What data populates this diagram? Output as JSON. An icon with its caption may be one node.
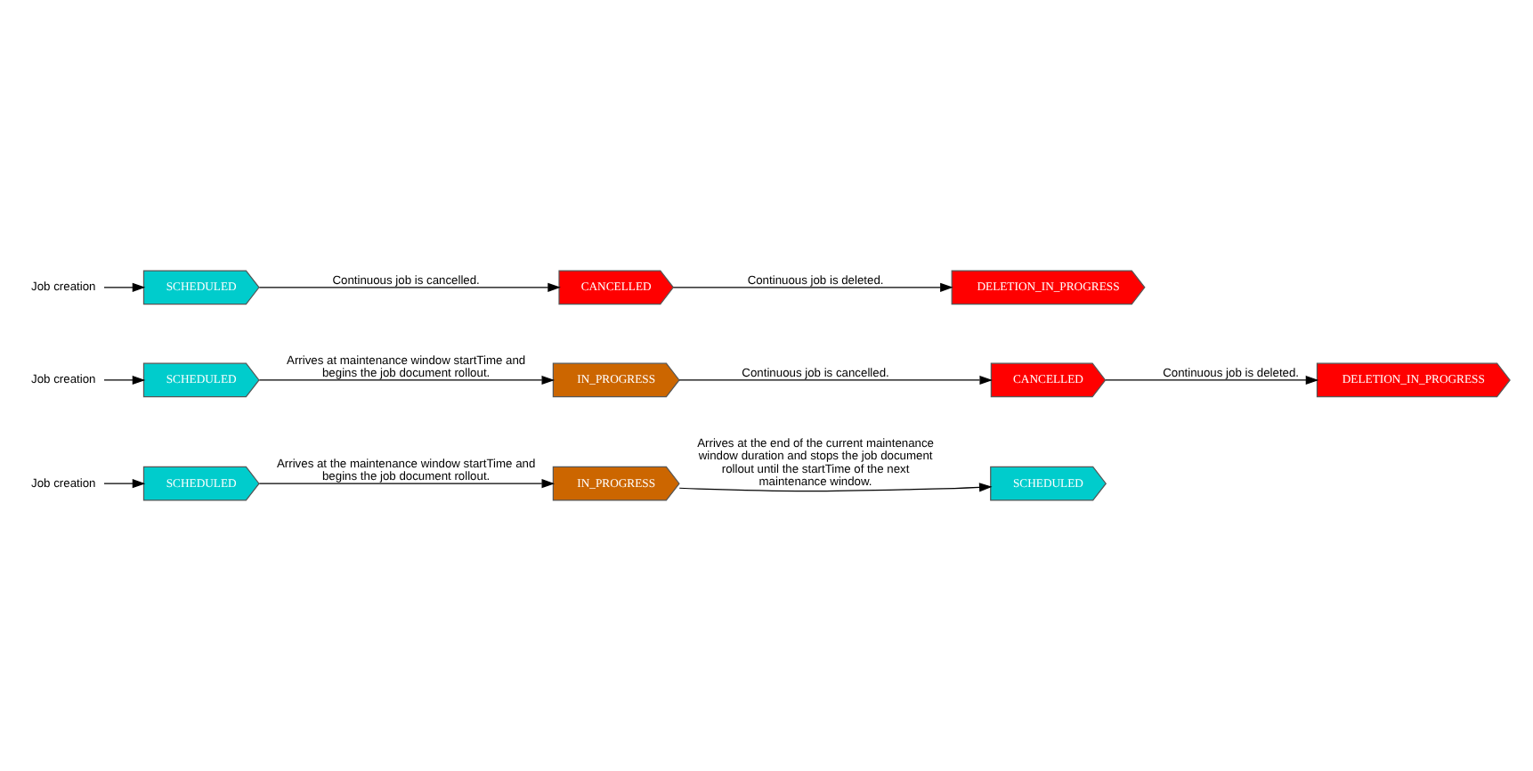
{
  "diagram": {
    "nodes": [
      {
        "text": [
          "Job creation"
        ]
      },
      {
        "text": [
          "SCHEDULED"
        ]
      },
      {
        "text": [
          "IN_PROGRESS"
        ]
      },
      {
        "text": [
          "SCHEDULED"
        ]
      },
      {
        "text": [
          "Job creation"
        ]
      },
      {
        "text": [
          "SCHEDULED"
        ]
      },
      {
        "text": [
          "IN_PROGRESS"
        ]
      },
      {
        "text": [
          "CANCELLED"
        ]
      },
      {
        "text": [
          "DELETION_IN_PROGRESS"
        ]
      },
      {
        "text": [
          "Job creation"
        ]
      },
      {
        "text": [
          "SCHEDULED"
        ]
      },
      {
        "text": [
          "CANCELLED"
        ]
      },
      {
        "text": [
          "DELETION_IN_PROGRESS"
        ]
      }
    ],
    "edges": [
      {
        "from": 0,
        "to": 1,
        "arrow": "to"
      },
      {
        "from": 1,
        "to": 2,
        "arrow": "to",
        "label": "Arrives at the maintenance window startTime and begins the job document rollout."
      },
      {
        "from": 2,
        "to": 3,
        "arrow": "to",
        "label": "Arrives at the end of the current maintenance window duration and stops the job document rollout until the startTime of the next maintenance window."
      },
      {
        "from": 4,
        "to": 5,
        "arrow": "to"
      },
      {
        "from": 5,
        "to": 6,
        "arrow": "to",
        "label": "Arrives at maintenance window startTime and begins the job document rollout."
      },
      {
        "from": 6,
        "to": 7,
        "arrow": "to",
        "label": "Continuous job is cancelled."
      },
      {
        "from": 7,
        "to": 8,
        "arrow": "to",
        "label": "Continuous job is deleted."
      },
      {
        "from": 9,
        "to": 10,
        "arrow": "to"
      },
      {
        "from": 10,
        "to": 11,
        "arrow": "to",
        "label": "Continuous job is cancelled."
      },
      {
        "from": 11,
        "to": 12,
        "arrow": "to",
        "label": "Continuous job is deleted."
      }
    ]
  }
}
